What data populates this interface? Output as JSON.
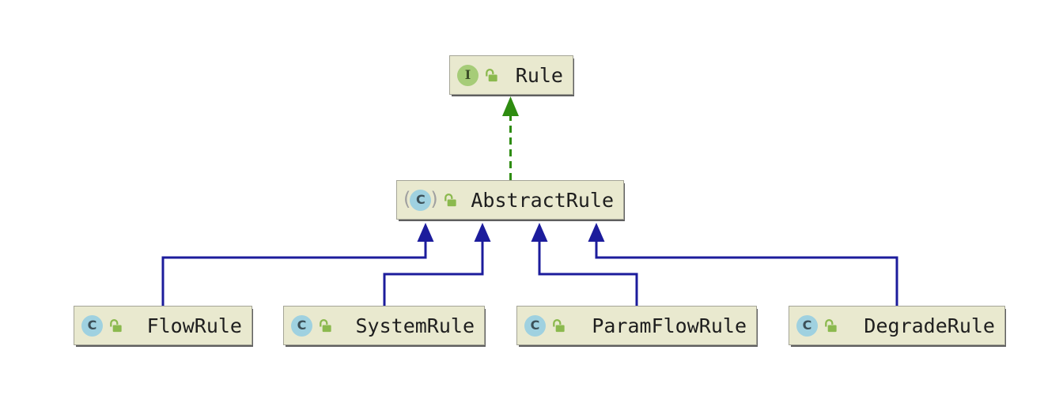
{
  "diagram": {
    "type": "uml-class-diagram",
    "abstract_markers": {
      "open": "(",
      "close": ")"
    },
    "colors": {
      "canvas_bg": "#ffffff",
      "node_fill": "#e9e9cf",
      "node_border": "#a5a597",
      "node_shadow": "#5f5f5f",
      "node_text": "#1e1e1e",
      "interface_icon_bg": "#a6cc78",
      "interface_icon_letter": "#3e4e2a",
      "class_icon_bg": "#9fd1e0",
      "class_icon_letter": "#3c5058",
      "abstract_paren": "#a0a0a0",
      "lock_green": "#8bb94e",
      "realization_green": "#2e8c10",
      "inheritance_blue": "#1c1c9c"
    },
    "nodes": [
      {
        "label": "Rule",
        "kind": "interface",
        "icon": "interface-icon",
        "icon_letter": "I",
        "visibility_icon": "unlocked-public-icon"
      },
      {
        "label": "AbstractRule",
        "kind": "abstract-class",
        "icon": "abstract-class-icon",
        "icon_letter": "C",
        "visibility_icon": "unlocked-public-icon"
      },
      {
        "label": "FlowRule",
        "kind": "class",
        "icon": "class-icon",
        "icon_letter": "C",
        "visibility_icon": "unlocked-public-icon"
      },
      {
        "label": "SystemRule",
        "kind": "class",
        "icon": "class-icon",
        "icon_letter": "C",
        "visibility_icon": "unlocked-public-icon"
      },
      {
        "label": "ParamFlowRule",
        "kind": "class",
        "icon": "class-icon",
        "icon_letter": "C",
        "visibility_icon": "unlocked-public-icon"
      },
      {
        "label": "DegradeRule",
        "kind": "class",
        "icon": "class-icon",
        "icon_letter": "C",
        "visibility_icon": "unlocked-public-icon"
      }
    ],
    "edges": [
      {
        "from": "AbstractRule",
        "to": "Rule",
        "relation": "realization",
        "line": "dashed",
        "color": "#2e8c10"
      },
      {
        "from": "FlowRule",
        "to": "AbstractRule",
        "relation": "inheritance",
        "line": "solid",
        "color": "#1c1c9c"
      },
      {
        "from": "SystemRule",
        "to": "AbstractRule",
        "relation": "inheritance",
        "line": "solid",
        "color": "#1c1c9c"
      },
      {
        "from": "ParamFlowRule",
        "to": "AbstractRule",
        "relation": "inheritance",
        "line": "solid",
        "color": "#1c1c9c"
      },
      {
        "from": "DegradeRule",
        "to": "AbstractRule",
        "relation": "inheritance",
        "line": "solid",
        "color": "#1c1c9c"
      }
    ]
  }
}
